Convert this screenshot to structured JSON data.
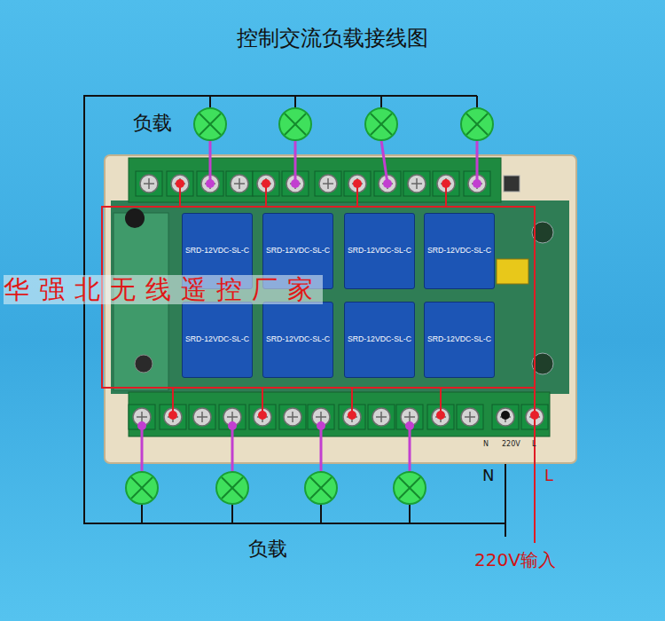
{
  "diagram": {
    "title": "控制交流负载接线图",
    "nodes": [
      {
        "text": [
          "SRD-12VDC-SL-C"
        ]
      },
      {
        "text": [
          "SRD-12VDC-SL-C"
        ]
      },
      {
        "text": [
          "SRD-12VDC-SL-C"
        ]
      },
      {
        "text": [
          "SRD-12VDC-SL-C"
        ]
      },
      {
        "text": [
          "SRD-12VDC-SL-C"
        ]
      },
      {
        "text": [
          "SRD-12VDC-SL-C"
        ]
      },
      {
        "text": [
          "SRD-12VDC-SL-C"
        ]
      },
      {
        "text": [
          "SRD-12VDC-SL-C"
        ]
      }
    ],
    "labels": [
      "负载",
      "负载",
      "N",
      "L",
      "220V输入",
      "华强北无线遥控厂家",
      "N",
      "220V",
      "L"
    ]
  }
}
